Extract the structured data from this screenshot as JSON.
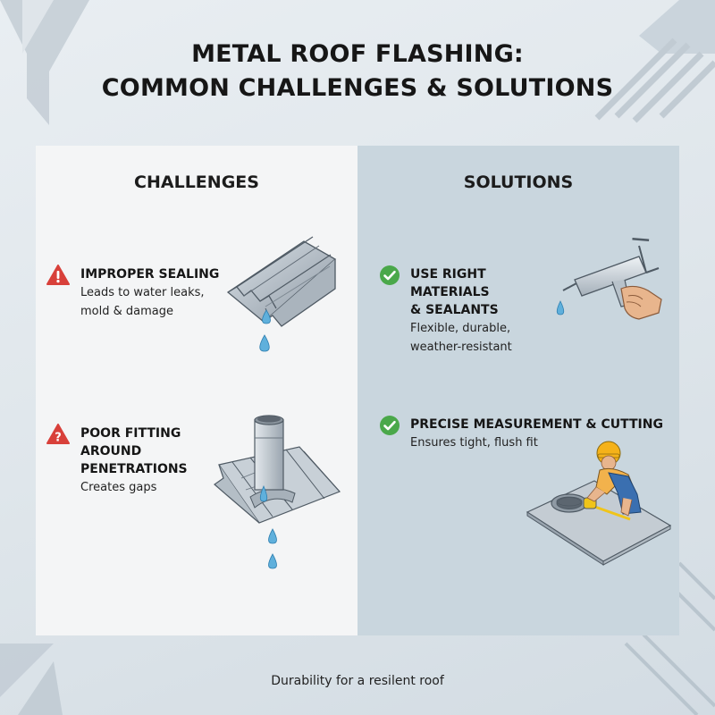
{
  "title": {
    "line1": "METAL ROOF FLASHING:",
    "line2": "COMMON CHALLENGES & SOLUTIONS"
  },
  "challenges": {
    "heading": "CHALLENGES",
    "items": [
      {
        "icon": "warning-exclamation-icon",
        "title_lines": [
          "IMPROPER SEALING"
        ],
        "desc_lines": [
          "Leads to water leaks,",
          "mold & damage"
        ],
        "illustration": "leaking-metal-roof-panel"
      },
      {
        "icon": "warning-question-icon",
        "title_lines": [
          "POOR FITTING AROUND",
          "PENETRATIONS"
        ],
        "desc_lines": [
          "Creates gaps"
        ],
        "illustration": "roof-pipe-penetration-dripping"
      }
    ]
  },
  "solutions": {
    "heading": "SOLUTIONS",
    "items": [
      {
        "icon": "check-circle-icon",
        "title_lines": [
          "USE RIGHT MATERIALS",
          "& SEALANTS"
        ],
        "desc_lines": [
          "Flexible, durable,",
          "weather-resistant"
        ],
        "illustration": "caulking-gun-in-hand"
      },
      {
        "icon": "check-circle-icon",
        "title_lines": [
          "PRECISE MEASUREMENT & CUTTING"
        ],
        "desc_lines": [
          "Ensures tight, flush fit"
        ],
        "illustration": "worker-measuring-sheet"
      }
    ]
  },
  "footer": "Durability for a resilent roof",
  "colors": {
    "warning_red": "#d8403a",
    "check_green": "#4aa84a",
    "left_panel": "#f4f5f6",
    "right_panel": "#c9d6de",
    "water_blue": "#5fb0dc"
  }
}
